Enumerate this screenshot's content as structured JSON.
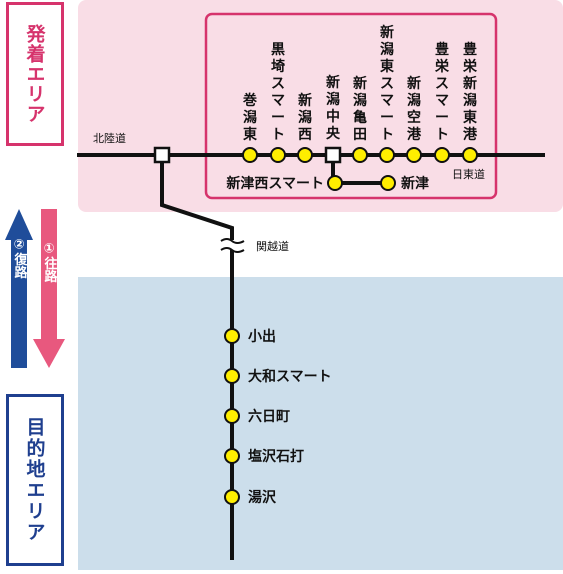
{
  "departure_area_label": "発着エリア",
  "destination_area_label": "目的地エリア",
  "arrows": {
    "outbound": "①往路",
    "return": "②復路"
  },
  "roads": {
    "hokuriku": "北陸道",
    "nitto": "日東道",
    "kanetsu": "関越道"
  },
  "departure_stations": [
    "巻潟東",
    "黒埼スマート",
    "新潟西",
    "新潟中央",
    "新潟亀田",
    "新潟東スマート",
    "新潟空港",
    "豊栄スマート",
    "豊栄新潟東港"
  ],
  "branch_stations": {
    "shintsu_nishi": "新津西スマート",
    "shintsu": "新津"
  },
  "destination_stations": [
    "小出",
    "大和スマート",
    "六日町",
    "塩沢石打",
    "湯沢"
  ],
  "colors": {
    "departure_area_bg": "#f9dde6",
    "destination_area_bg": "#ccdeeb",
    "departure_frame": "#d6336c",
    "destination_frame": "#1f3f8f",
    "outbound_arrow": "#e8587e",
    "return_arrow": "#1f4d9a",
    "station_dot": "#ffee00"
  }
}
